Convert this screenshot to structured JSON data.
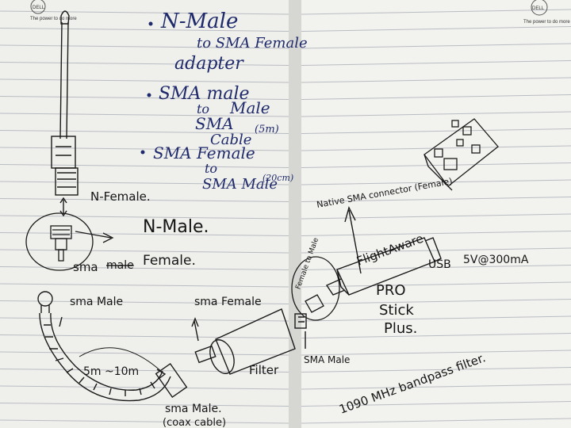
{
  "brand": {
    "left_logo": "DELL",
    "left_tagline": "The power to do more",
    "right_logo": "DELL",
    "right_tagline": "The power to do more"
  },
  "blue_notes": {
    "item1_line1": "N-Male",
    "item1_line2": "to SMA Female",
    "item1_line3": "adapter",
    "item2_line1": "SMA male",
    "item2_line2": "to",
    "item2_line3": "Male",
    "item2_line4": "SMA",
    "item2_line5": "Cable",
    "item2_line6": "(5m)",
    "item3_line1": "SMA Female",
    "item3_line2": "to",
    "item3_line3": "SMA Male",
    "item3_line4": "(20cm)"
  },
  "sketch_labels": {
    "n_female": "N-Female.",
    "n_male": "N-Male.",
    "sma_female_1": "sma",
    "sma_struck": "male",
    "sma_female_1b": "Female.",
    "sma_male": "sma Male",
    "sma_female_2": "sma Female",
    "length": "5m ~10m",
    "filter": "Filter",
    "sma_male_2": "SMA Male",
    "sma_male_coax": "sma Male.",
    "coax_cable": "(coax cable)",
    "female_to_male": "Female to Male",
    "native_sma": "Native SMA connector (Female)",
    "flightaware": "FlightAware",
    "usb": "USB",
    "power": "5V@300mA",
    "pro": "PRO",
    "stick": "Stick",
    "plus": "Plus.",
    "filter_note": "1090 MHz bandpass filter."
  }
}
